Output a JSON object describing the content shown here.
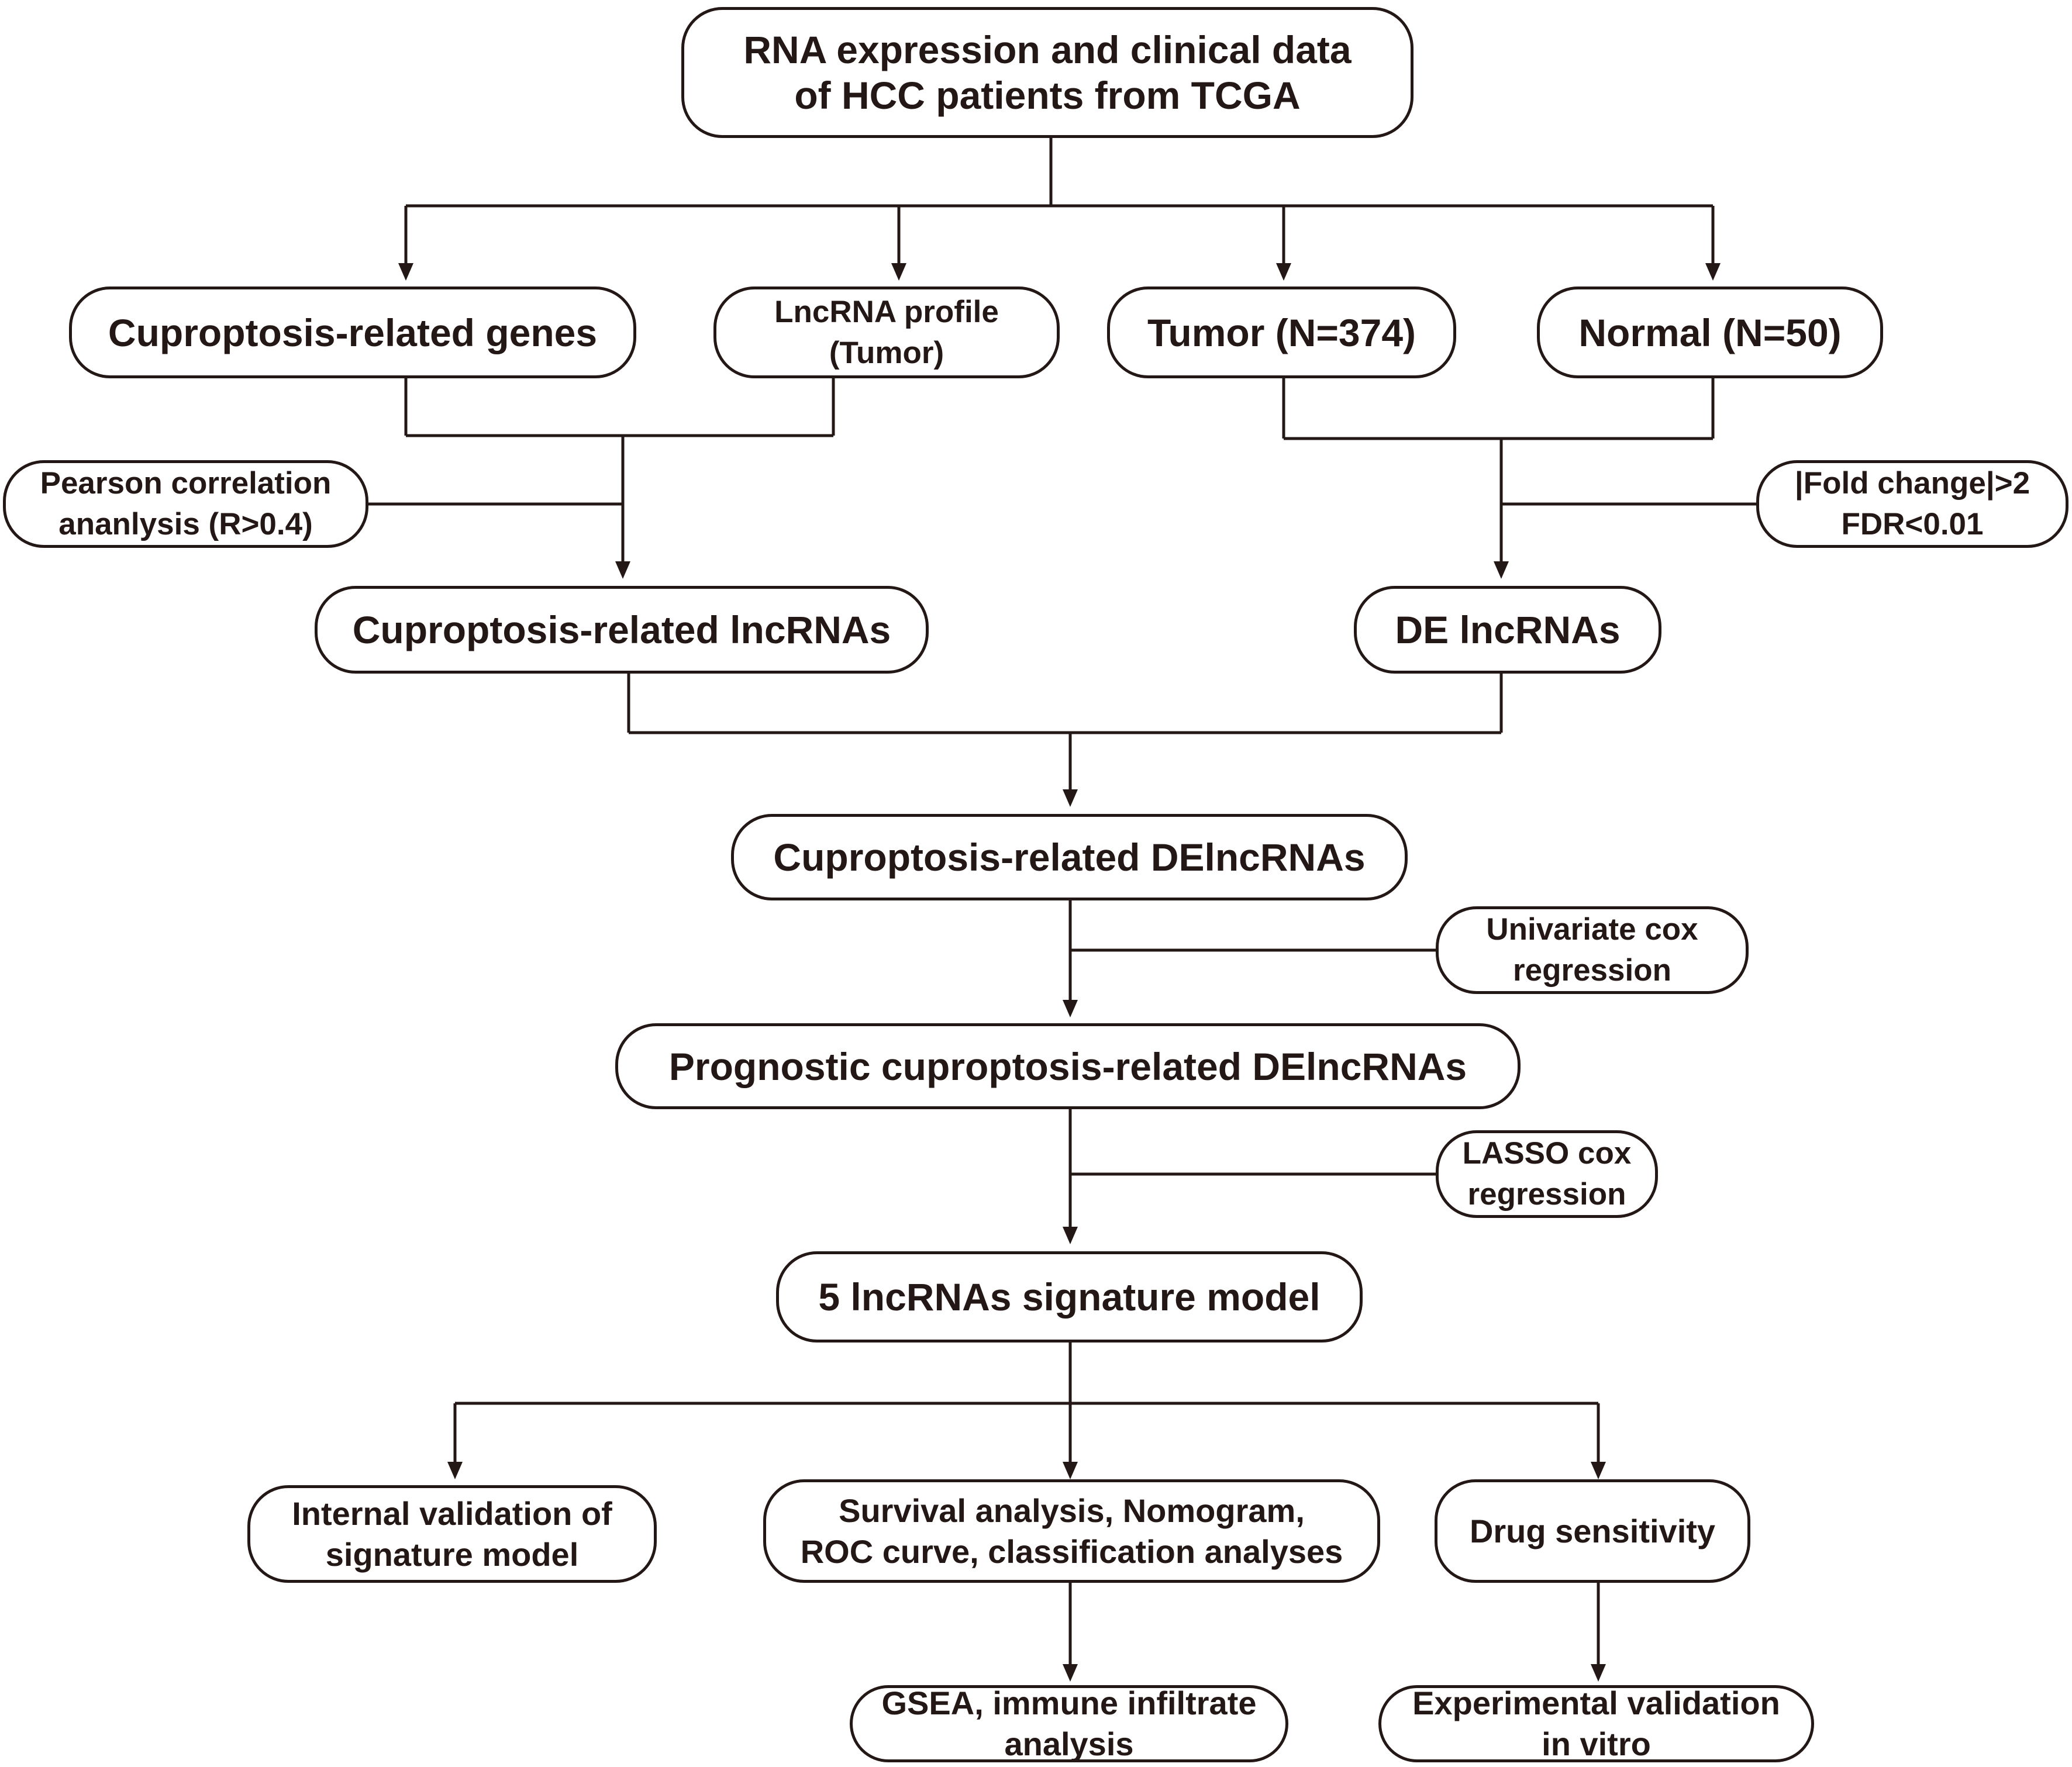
{
  "nodes": {
    "tcga": [
      "RNA expression and clinical data",
      "of HCC patients from TCGA"
    ],
    "genes": [
      "Cuproptosis-related genes"
    ],
    "lncrna_profile": [
      "LncRNA profile",
      "(Tumor)"
    ],
    "tumor": [
      "Tumor (N=374)"
    ],
    "normal": [
      "Normal (N=50)"
    ],
    "pearson": [
      "Pearson correlation",
      "ananlysis (R>0.4)"
    ],
    "fold": [
      "|Fold change|>2",
      "FDR<0.01"
    ],
    "cu_lnc": [
      "Cuproptosis-related lncRNAs"
    ],
    "de_lnc": [
      "DE lncRNAs"
    ],
    "cu_de": [
      "Cuproptosis-related DElncRNAs"
    ],
    "univariate": [
      "Univariate cox",
      "regression"
    ],
    "prognostic": [
      "Prognostic cuproptosis-related DElncRNAs"
    ],
    "lasso": [
      "LASSO cox",
      "regression"
    ],
    "signature": [
      "5 lncRNAs signature model"
    ],
    "internal": [
      "Internal validation of",
      "signature model"
    ],
    "survival": [
      "Survival analysis, Nomogram,",
      "ROC curve, classification analyses"
    ],
    "drug": [
      "Drug sensitivity"
    ],
    "gsea": [
      "GSEA, immune infiltrate",
      "analysis"
    ],
    "experimental": [
      "Experimental validation",
      "in vitro"
    ]
  },
  "colors": {
    "stroke": "#231815",
    "background": "#ffffff"
  }
}
